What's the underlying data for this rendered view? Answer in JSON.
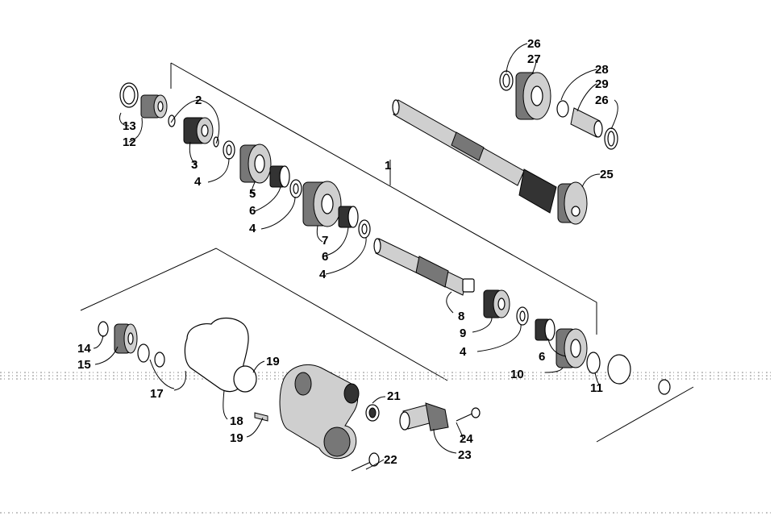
{
  "callouts": {
    "c1": "1",
    "c2": "2",
    "c3": "3",
    "c4a": "4",
    "c4b": "4",
    "c4c": "4",
    "c4d": "4",
    "c5": "5",
    "c6a": "6",
    "c6b": "6",
    "c6c": "6",
    "c7": "7",
    "c8": "8",
    "c9": "9",
    "c10": "10",
    "c11": "11",
    "c12": "12",
    "c13": "13",
    "c14": "14",
    "c15": "15",
    "c17": "17",
    "c18": "18",
    "c19a": "19",
    "c19b": "19",
    "c21": "21",
    "c22": "22",
    "c23": "23",
    "c24": "24",
    "c25": "25",
    "c26a": "26",
    "c26b": "26",
    "c27": "27",
    "c28": "28",
    "c29": "29"
  }
}
